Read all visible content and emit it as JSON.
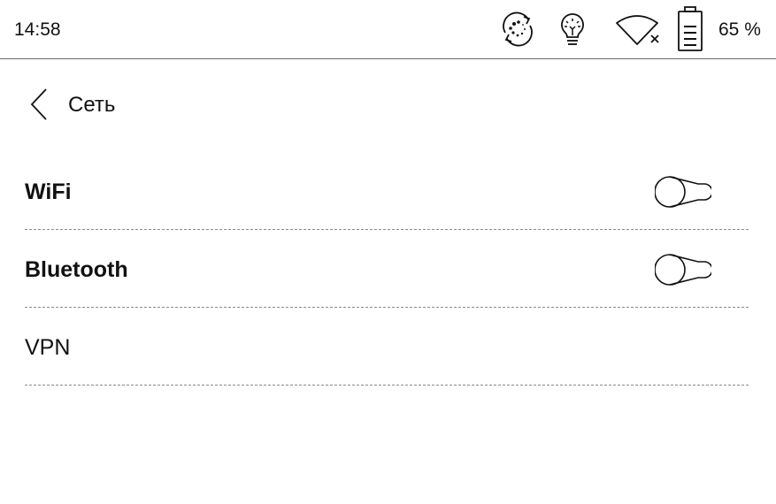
{
  "status_bar": {
    "time": "14:58",
    "icons": [
      "sync-icon",
      "frontlight-icon",
      "wifi-off-icon",
      "battery-icon"
    ],
    "battery_text": "65 %"
  },
  "header": {
    "back_icon": "chevron-left-icon",
    "title": "Сеть"
  },
  "settings": [
    {
      "label": "WiFi",
      "bold": true,
      "toggle": "off"
    },
    {
      "label": "Bluetooth",
      "bold": true,
      "toggle": "off"
    },
    {
      "label": "VPN",
      "bold": false
    }
  ]
}
